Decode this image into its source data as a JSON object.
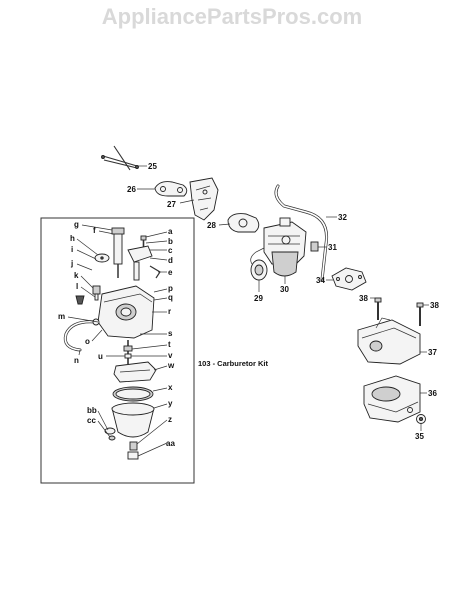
{
  "watermark": "AppliancePartsPros.com",
  "kit_label": "103 - Carburetor Kit",
  "callouts": [
    {
      "id": "25",
      "label": "25"
    },
    {
      "id": "26",
      "label": "26"
    },
    {
      "id": "27",
      "label": "27"
    },
    {
      "id": "28",
      "label": "28"
    },
    {
      "id": "29",
      "label": "29"
    },
    {
      "id": "30",
      "label": "30"
    },
    {
      "id": "31",
      "label": "31"
    },
    {
      "id": "32",
      "label": "32"
    },
    {
      "id": "34",
      "label": "34"
    },
    {
      "id": "35",
      "label": "35"
    },
    {
      "id": "36",
      "label": "36"
    },
    {
      "id": "37",
      "label": "37"
    },
    {
      "id": "38a",
      "label": "38"
    },
    {
      "id": "38b",
      "label": "38"
    },
    {
      "id": "a",
      "label": "a"
    },
    {
      "id": "b",
      "label": "b"
    },
    {
      "id": "c",
      "label": "c"
    },
    {
      "id": "d",
      "label": "d"
    },
    {
      "id": "e",
      "label": "e"
    },
    {
      "id": "f",
      "label": "f"
    },
    {
      "id": "g",
      "label": "g"
    },
    {
      "id": "h",
      "label": "h"
    },
    {
      "id": "i",
      "label": "i"
    },
    {
      "id": "j",
      "label": "j"
    },
    {
      "id": "k",
      "label": "k"
    },
    {
      "id": "l",
      "label": "l"
    },
    {
      "id": "m",
      "label": "m"
    },
    {
      "id": "n",
      "label": "n"
    },
    {
      "id": "o",
      "label": "o"
    },
    {
      "id": "p",
      "label": "p"
    },
    {
      "id": "q",
      "label": "q"
    },
    {
      "id": "r",
      "label": "r"
    },
    {
      "id": "s",
      "label": "s"
    },
    {
      "id": "t",
      "label": "t"
    },
    {
      "id": "u",
      "label": "u"
    },
    {
      "id": "v",
      "label": "v"
    },
    {
      "id": "w",
      "label": "w"
    },
    {
      "id": "x",
      "label": "x"
    },
    {
      "id": "y",
      "label": "y"
    },
    {
      "id": "z",
      "label": "z"
    },
    {
      "id": "aa",
      "label": "aa"
    },
    {
      "id": "bb",
      "label": "bb"
    },
    {
      "id": "cc",
      "label": "cc"
    }
  ]
}
